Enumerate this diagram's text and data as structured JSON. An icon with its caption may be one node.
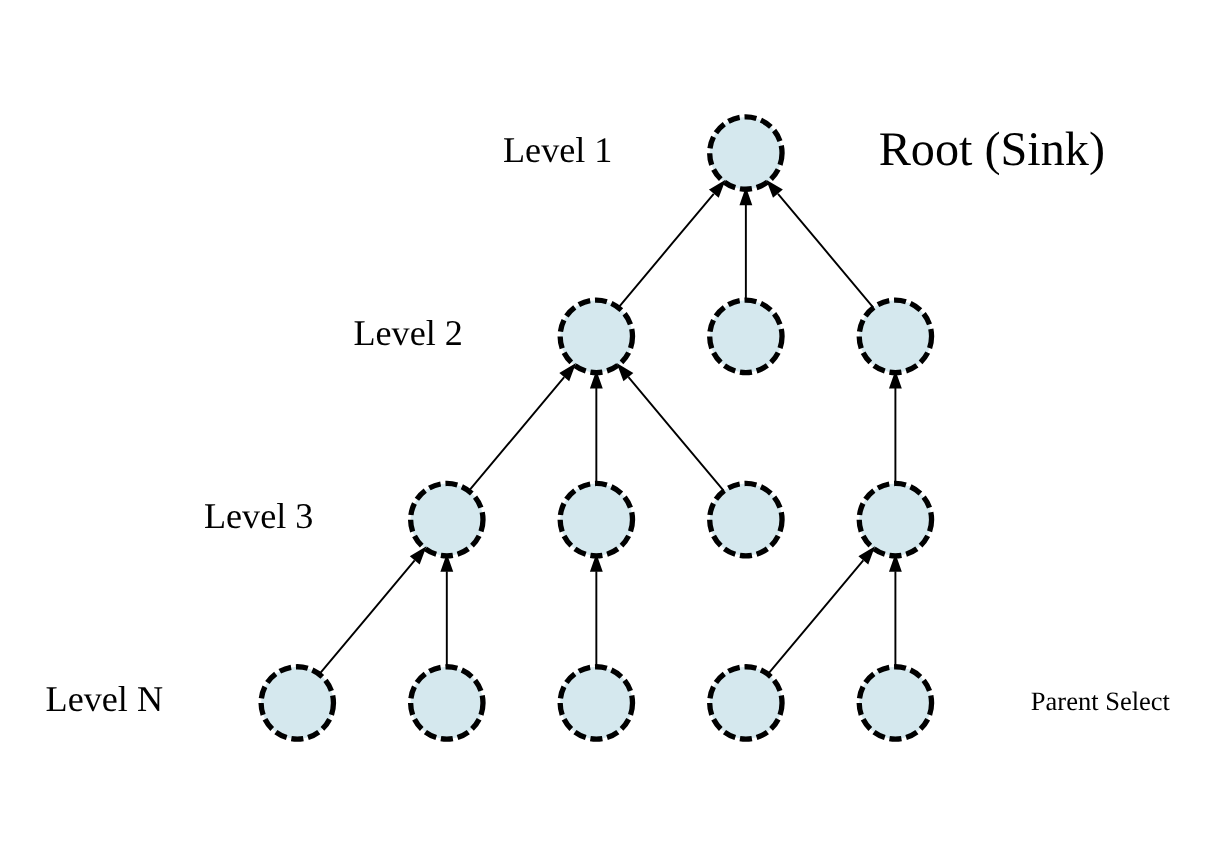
{
  "diagram": {
    "nodes": [
      {
        "text": [],
        "shape": "circle",
        "beside": [
          "Root (Sink)"
        ]
      },
      {
        "text": [],
        "shape": "circle"
      },
      {
        "text": [],
        "shape": "circle"
      },
      {
        "text": [],
        "shape": "circle"
      },
      {
        "text": [],
        "shape": "circle"
      },
      {
        "text": [],
        "shape": "circle"
      },
      {
        "text": [],
        "shape": "circle"
      },
      {
        "text": [],
        "shape": "circle"
      },
      {
        "text": [],
        "shape": "circle"
      },
      {
        "text": [],
        "shape": "circle"
      },
      {
        "text": [],
        "shape": "circle"
      },
      {
        "text": [],
        "shape": "circle"
      },
      {
        "text": [],
        "shape": "circle"
      }
    ],
    "edges": [
      {
        "from": 1,
        "to": 0,
        "arrow": "to"
      },
      {
        "from": 2,
        "to": 0,
        "arrow": "to"
      },
      {
        "from": 3,
        "to": 0,
        "arrow": "to"
      },
      {
        "from": 4,
        "to": 1,
        "arrow": "to"
      },
      {
        "from": 5,
        "to": 1,
        "arrow": "to"
      },
      {
        "from": 6,
        "to": 1,
        "arrow": "to"
      },
      {
        "from": 7,
        "to": 3,
        "arrow": "to"
      },
      {
        "from": 8,
        "to": 4,
        "arrow": "to"
      },
      {
        "from": 9,
        "to": 4,
        "arrow": "to"
      },
      {
        "from": 10,
        "to": 5,
        "arrow": "to"
      },
      {
        "from": 11,
        "to": 7,
        "arrow": "to"
      },
      {
        "from": 12,
        "to": 7,
        "arrow": "to"
      }
    ],
    "labels": [
      "Level 1",
      "Level 2",
      "Level 3",
      "Level N",
      "Parent Select"
    ]
  }
}
